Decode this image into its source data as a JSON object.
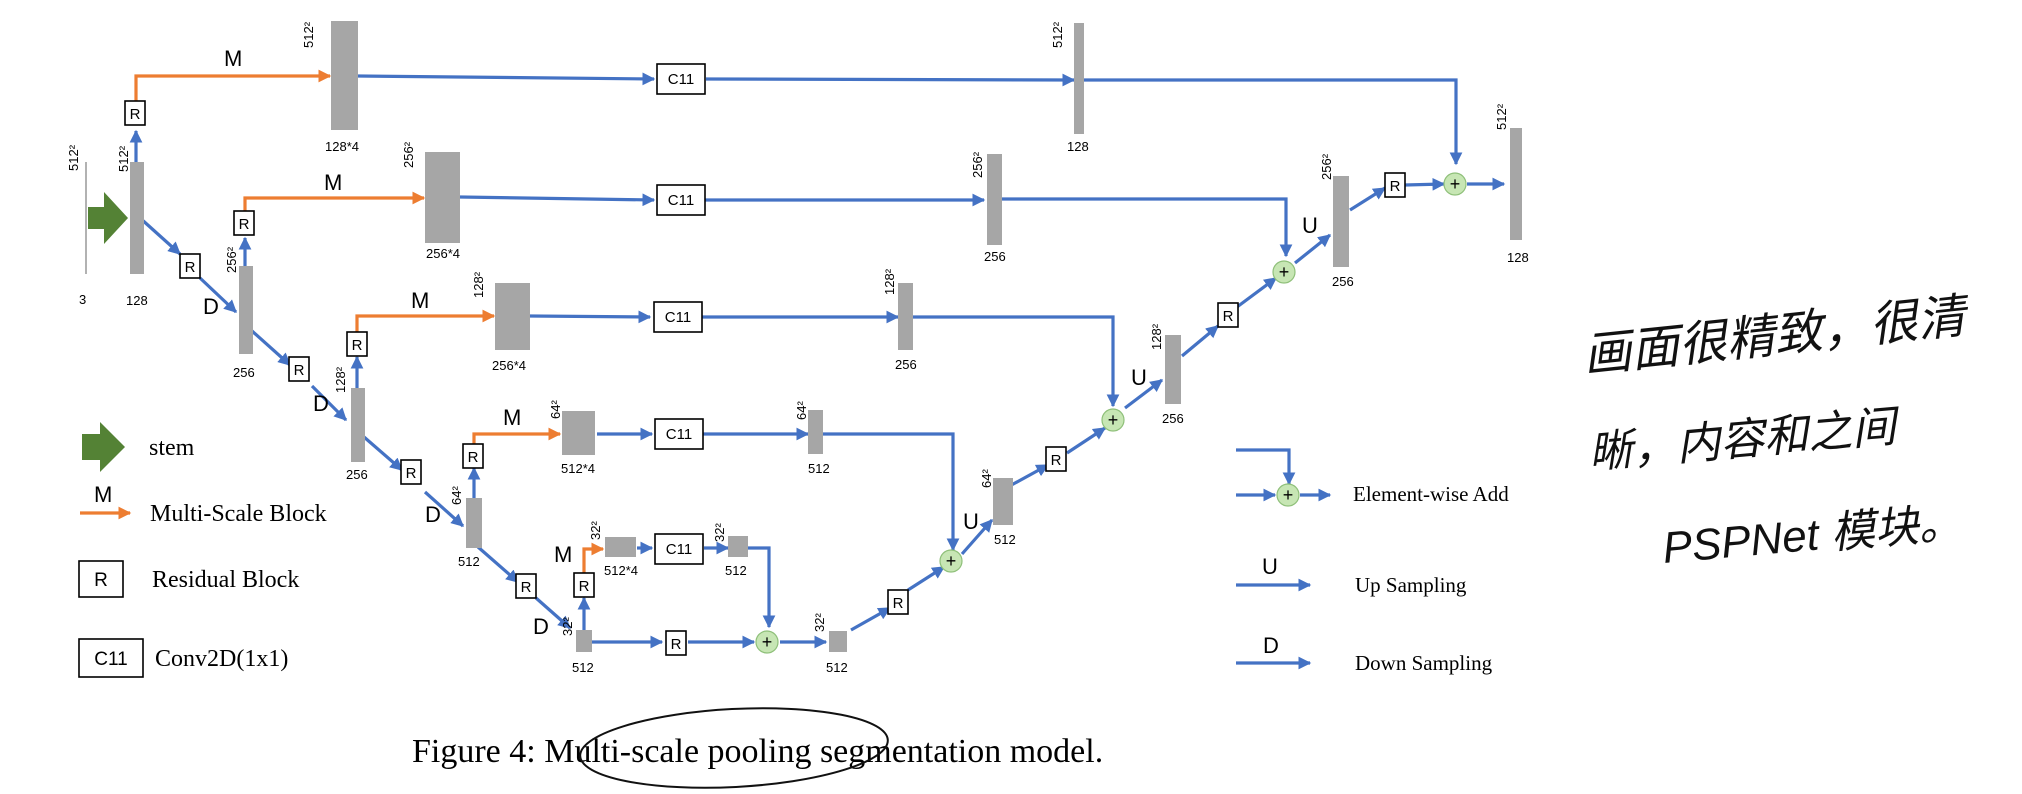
{
  "caption": "Figure 4: Multi-scale pooling segmentation model.",
  "labels": {
    "M": "M",
    "R": "R",
    "C11": "C11",
    "D": "D",
    "U": "U",
    "plus": "+"
  },
  "dims": {
    "input_size": "512²",
    "input_ch": "3",
    "stem_size": "512²",
    "stem_ch": "128",
    "l1_size": "256²",
    "l1_ch": "256",
    "l2_size": "128²",
    "l2_ch": "256",
    "l3_size": "64²",
    "l3_ch": "512",
    "l4_size": "32²",
    "l4_ch": "512",
    "m1_size": "512²",
    "m1_ch": "128*4",
    "m2_size": "256²",
    "m2_ch": "256*4",
    "m3_size": "128²",
    "m3_ch": "256*4",
    "m4_size": "64²",
    "m4_ch": "512*4",
    "m5_size": "32²",
    "m5_ch": "512*4",
    "c1_size": "512²",
    "c1_ch": "128",
    "c2_size": "256²",
    "c2_ch": "256",
    "c3_size": "128²",
    "c3_ch": "256",
    "c4_size": "64²",
    "c4_ch": "512",
    "c5_size": "32²",
    "c5_ch": "512",
    "bot_size": "32²",
    "bot_ch": "512",
    "u1_size": "64²",
    "u1_ch": "512",
    "u2_size": "128²",
    "u2_ch": "256",
    "u3_size": "256²",
    "u3_ch": "256",
    "out_size": "512²",
    "out_ch": "128"
  },
  "legend": {
    "stem": "stem",
    "multi_scale": "Multi-Scale Block",
    "residual": "Residual Block",
    "conv": "Conv2D(1x1)",
    "add": "Element-wise Add",
    "up": "Up Sampling",
    "down": "Down Sampling"
  },
  "annotation_lines": [
    "画面很精致，很清",
    "晰，内容和之间",
    "PSPNet 模块。"
  ],
  "colors": {
    "arrow_blue": "#4472c4",
    "arrow_orange": "#ed7d31",
    "stem_green": "#548235",
    "block_gray": "#a6a6a6",
    "add_green": "#c7e6b4"
  }
}
